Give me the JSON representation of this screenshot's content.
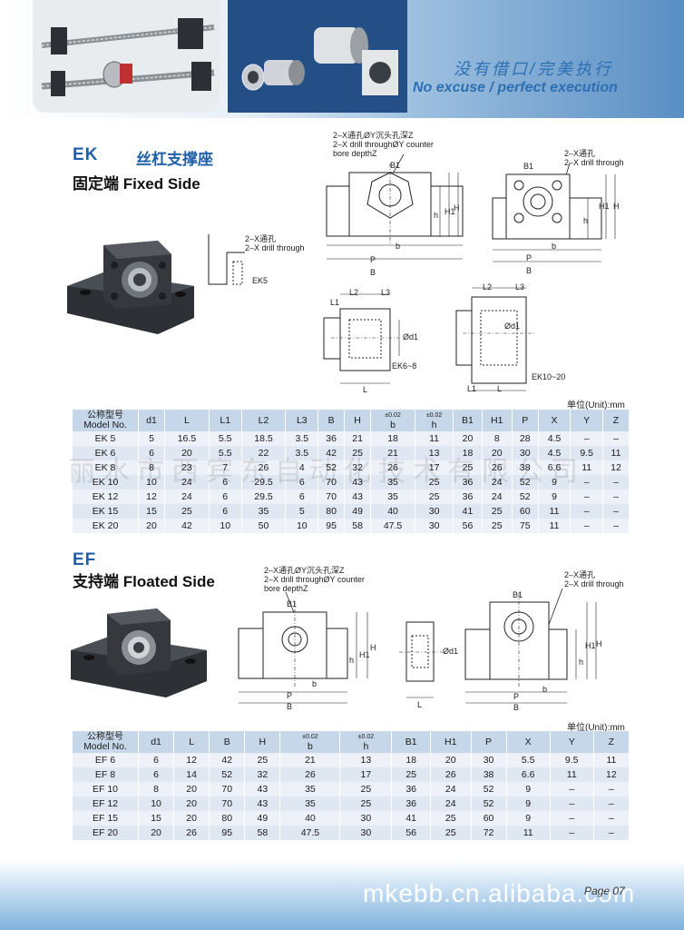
{
  "header": {
    "slogan_cn": "没有借口/完美执行",
    "slogan_en": "No excuse / perfect execution"
  },
  "ek": {
    "code": "EK",
    "cn_title": "丝杠支撑座",
    "side": "固定端 Fixed Side",
    "callouts": {
      "counterbore_cn": "2–X通孔ØY沉头孔深Z",
      "counterbore_en1": "2–X drill throughØY counter",
      "counterbore_en2": "bore depthZ",
      "drill_cn": "2–X通孔",
      "drill_en": "2–X drill through",
      "ek5": "EK5",
      "ek6_8": "EK6~8",
      "ek10_20": "EK10~20"
    },
    "dims": {
      "B1": "B1",
      "H": "H",
      "h": "h",
      "H1": "H1",
      "b": "b",
      "P": "P",
      "B": "B",
      "L": "L",
      "L1": "L1",
      "L2": "L2",
      "L3": "L3",
      "d1": "Ød1"
    },
    "unit": "单位(Unit):mm",
    "table": {
      "headers": [
        {
          "top": "公称型号",
          "bottom": "Model No."
        },
        {
          "top": "",
          "bottom": "d1"
        },
        {
          "top": "",
          "bottom": "L"
        },
        {
          "top": "",
          "bottom": "L1"
        },
        {
          "top": "",
          "bottom": "L2"
        },
        {
          "top": "",
          "bottom": "L3"
        },
        {
          "top": "",
          "bottom": "B"
        },
        {
          "top": "",
          "bottom": "H"
        },
        {
          "top": "±0.02",
          "bottom": "b"
        },
        {
          "top": "±0.02",
          "bottom": "h"
        },
        {
          "top": "",
          "bottom": "B1"
        },
        {
          "top": "",
          "bottom": "H1"
        },
        {
          "top": "",
          "bottom": "P"
        },
        {
          "top": "",
          "bottom": "X"
        },
        {
          "top": "",
          "bottom": "Y"
        },
        {
          "top": "",
          "bottom": "Z"
        }
      ],
      "rows": [
        [
          "EK  5",
          "5",
          "16.5",
          "5.5",
          "18.5",
          "3.5",
          "36",
          "21",
          "18",
          "11",
          "20",
          "8",
          "28",
          "4.5",
          "–",
          "–"
        ],
        [
          "EK  6",
          "6",
          "20",
          "5.5",
          "22",
          "3.5",
          "42",
          "25",
          "21",
          "13",
          "18",
          "20",
          "30",
          "4.5",
          "9.5",
          "11"
        ],
        [
          "EK  8",
          "8",
          "23",
          "7",
          "26",
          "4",
          "52",
          "32",
          "26",
          "17",
          "25",
          "26",
          "38",
          "6.6",
          "11",
          "12"
        ],
        [
          "EK 10",
          "10",
          "24",
          "6",
          "29.5",
          "6",
          "70",
          "43",
          "35",
          "25",
          "36",
          "24",
          "52",
          "9",
          "–",
          "–"
        ],
        [
          "EK 12",
          "12",
          "24",
          "6",
          "29.5",
          "6",
          "70",
          "43",
          "35",
          "25",
          "36",
          "24",
          "52",
          "9",
          "–",
          "–"
        ],
        [
          "EK 15",
          "15",
          "25",
          "6",
          "35",
          "5",
          "80",
          "49",
          "40",
          "30",
          "41",
          "25",
          "60",
          "11",
          "–",
          "–"
        ],
        [
          "EK 20",
          "20",
          "42",
          "10",
          "50",
          "10",
          "95",
          "58",
          "47.5",
          "30",
          "56",
          "25",
          "75",
          "11",
          "–",
          "–"
        ]
      ]
    }
  },
  "ef": {
    "code": "EF",
    "side": "支持端 Floated Side",
    "callouts": {
      "counterbore_cn": "2–X通孔ØY沉头孔深Z",
      "counterbore_en1": "2–X drill throughØY counter",
      "counterbore_en2": "bore depthZ",
      "drill_cn": "2–X通孔",
      "drill_en": "2–X drill through"
    },
    "unit": "单位(Unit):mm",
    "table": {
      "headers": [
        {
          "top": "公称型号",
          "bottom": "Model No."
        },
        {
          "top": "",
          "bottom": "d1"
        },
        {
          "top": "",
          "bottom": "L"
        },
        {
          "top": "",
          "bottom": "B"
        },
        {
          "top": "",
          "bottom": "H"
        },
        {
          "top": "±0.02",
          "bottom": "b"
        },
        {
          "top": "±0.02",
          "bottom": "h"
        },
        {
          "top": "",
          "bottom": "B1"
        },
        {
          "top": "",
          "bottom": "H1"
        },
        {
          "top": "",
          "bottom": "P"
        },
        {
          "top": "",
          "bottom": "X"
        },
        {
          "top": "",
          "bottom": "Y"
        },
        {
          "top": "",
          "bottom": "Z"
        }
      ],
      "rows": [
        [
          "EF  6",
          "6",
          "12",
          "42",
          "25",
          "21",
          "13",
          "18",
          "20",
          "30",
          "5.5",
          "9.5",
          "11"
        ],
        [
          "EF  8",
          "6",
          "14",
          "52",
          "32",
          "26",
          "17",
          "25",
          "26",
          "38",
          "6.6",
          "11",
          "12"
        ],
        [
          "EF 10",
          "8",
          "20",
          "70",
          "43",
          "35",
          "25",
          "36",
          "24",
          "52",
          "9",
          "–",
          "–"
        ],
        [
          "EF 12",
          "10",
          "20",
          "70",
          "43",
          "35",
          "25",
          "36",
          "24",
          "52",
          "9",
          "–",
          "–"
        ],
        [
          "EF 15",
          "15",
          "20",
          "80",
          "49",
          "40",
          "30",
          "41",
          "25",
          "60",
          "9",
          "–",
          "–"
        ],
        [
          "EF 20",
          "20",
          "26",
          "95",
          "58",
          "47.5",
          "30",
          "56",
          "25",
          "72",
          "11",
          "–",
          "–"
        ]
      ]
    }
  },
  "watermark": "丽水市西宾东自动化技术有限公司",
  "footer": {
    "site": "mkebb.cn.alibaba.com",
    "page": "Page 07"
  }
}
